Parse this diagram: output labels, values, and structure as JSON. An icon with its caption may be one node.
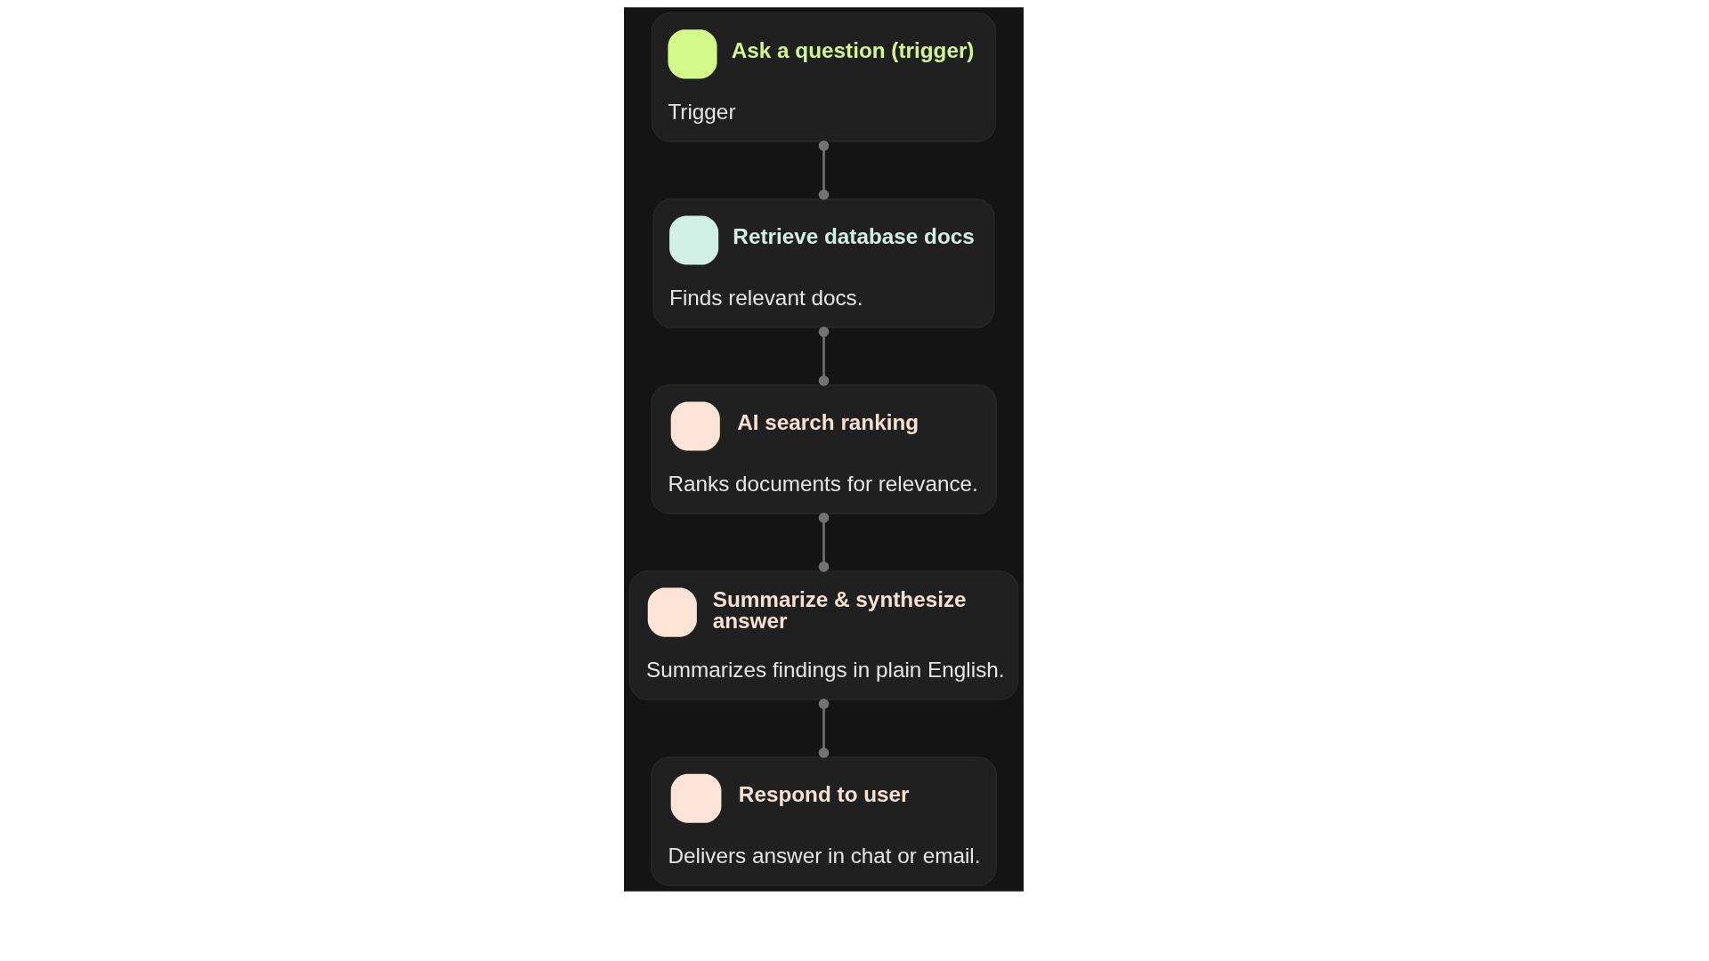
{
  "diagram": {
    "nodes": [
      {
        "text": [
          "Ask a question (trigger)",
          "Trigger"
        ]
      },
      {
        "text": [
          "Retrieve database docs",
          "Finds relevant docs."
        ]
      },
      {
        "text": [
          "AI search ranking",
          "Ranks documents for relevance."
        ]
      },
      {
        "text": [
          "Summarize & synthesize answer",
          "Summarizes findings in plain English."
        ]
      },
      {
        "text": [
          "Respond to user",
          "Delivers answer in chat or email."
        ]
      }
    ],
    "edges": [
      {
        "from": 0,
        "to": 1,
        "arrow": "other"
      },
      {
        "from": 1,
        "to": 2,
        "arrow": "other"
      },
      {
        "from": 2,
        "to": 3,
        "arrow": "other"
      },
      {
        "from": 3,
        "to": 4,
        "arrow": "other"
      }
    ]
  }
}
